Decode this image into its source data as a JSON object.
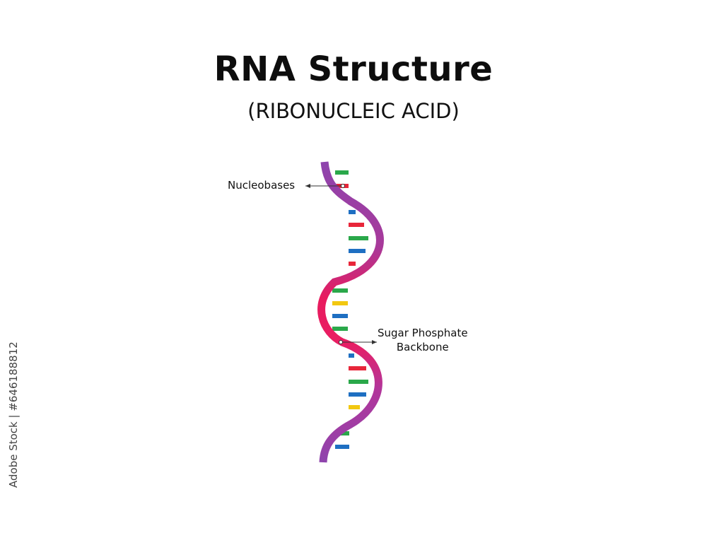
{
  "header": {
    "title": "RNA Structure",
    "subtitle": "(RIBONUCLEIC ACID)"
  },
  "labels": {
    "nucleobases": "Nucleobases",
    "backbone_line1": "Sugar Phosphate",
    "backbone_line2": "Backbone"
  },
  "watermark": {
    "stock_id": "Adobe Stock | #646188812"
  },
  "colors": {
    "strand_top": "#8e44ad",
    "strand_middle": "#e91e63",
    "strand_bottom": "#8e44ad",
    "base_green": "#2aa84a",
    "base_red": "#e8263a",
    "base_blue": "#1e6fc2",
    "base_yellow": "#f2c811",
    "arrow": "#333333"
  },
  "bases": [
    "green",
    "red",
    "blue",
    "red",
    "green",
    "blue",
    "red",
    "green",
    "yellow",
    "blue",
    "green",
    "blue",
    "red",
    "green",
    "blue",
    "yellow",
    "green",
    "blue"
  ]
}
